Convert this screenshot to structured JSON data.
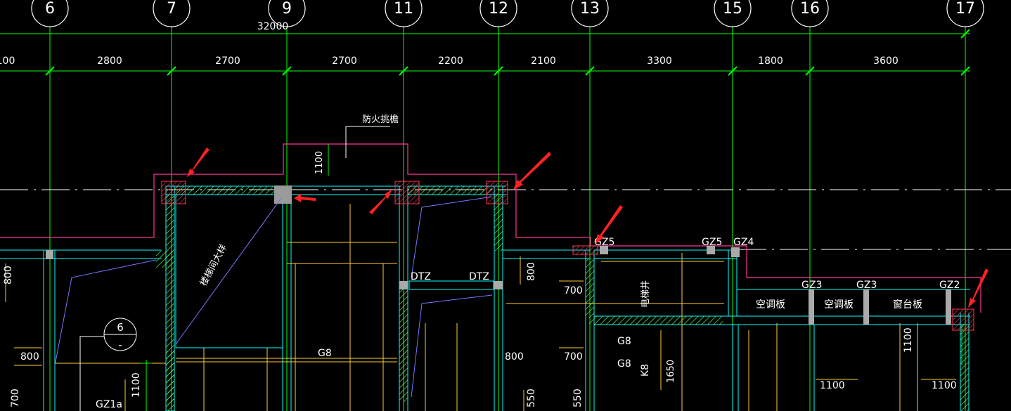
{
  "colors": {
    "background": "#000000",
    "axis_grid": "#00ff00",
    "dimension_text": "#ffffff",
    "wall_outline": "#00ffff",
    "outer_boundary": "#ff3399",
    "hatch": "#55ff55",
    "beam": "#ffcc33",
    "slab_line": "#7777ff",
    "arrow": "#ff2222",
    "column": "#aaaaaa"
  },
  "axes": [
    "6",
    "7",
    "9",
    "11",
    "12",
    "13",
    "15",
    "16",
    "17"
  ],
  "dimensions": {
    "total": "32000",
    "segments": [
      "100",
      "2800",
      "2700",
      "2700",
      "2200",
      "2100",
      "3300",
      "1800",
      "3600"
    ]
  },
  "annotations": {
    "fire_eave": "防火挑檐",
    "fire_eave_height": "1100",
    "stair_hole": "楼梯间大样",
    "elevator_hole": "电梯井",
    "dtz_left": "DTZ",
    "dtz_right": "DTZ",
    "gz5_a": "GZ5",
    "gz5_b": "GZ5",
    "gz4": "GZ4",
    "gz3_a": "GZ3",
    "gz3_b": "GZ3",
    "gz2": "GZ2",
    "gz1a": "GZ1a",
    "ac_board_1": "空调板",
    "ac_board_2": "空调板",
    "window_board": "窗台板",
    "beam_g8_a": "G8",
    "beam_g8_b": "G8",
    "beam_g8_c": "G8",
    "beam_k8": "K8",
    "dim_1650": "1650",
    "section_num": "6",
    "section_sub": "-"
  },
  "small_dims": {
    "left_800_v": "800",
    "left_800_h": "800",
    "left_700_v": "700",
    "gz1_1100": "1100",
    "mid_800_v": "800",
    "mid_700_a": "700",
    "mid_800_h": "800",
    "mid_700_b": "700",
    "mid_550_a": "550",
    "mid_550_b": "550",
    "right_1100_a": "1100",
    "right_1100_b": "1100",
    "right_1100_v": "1100"
  }
}
